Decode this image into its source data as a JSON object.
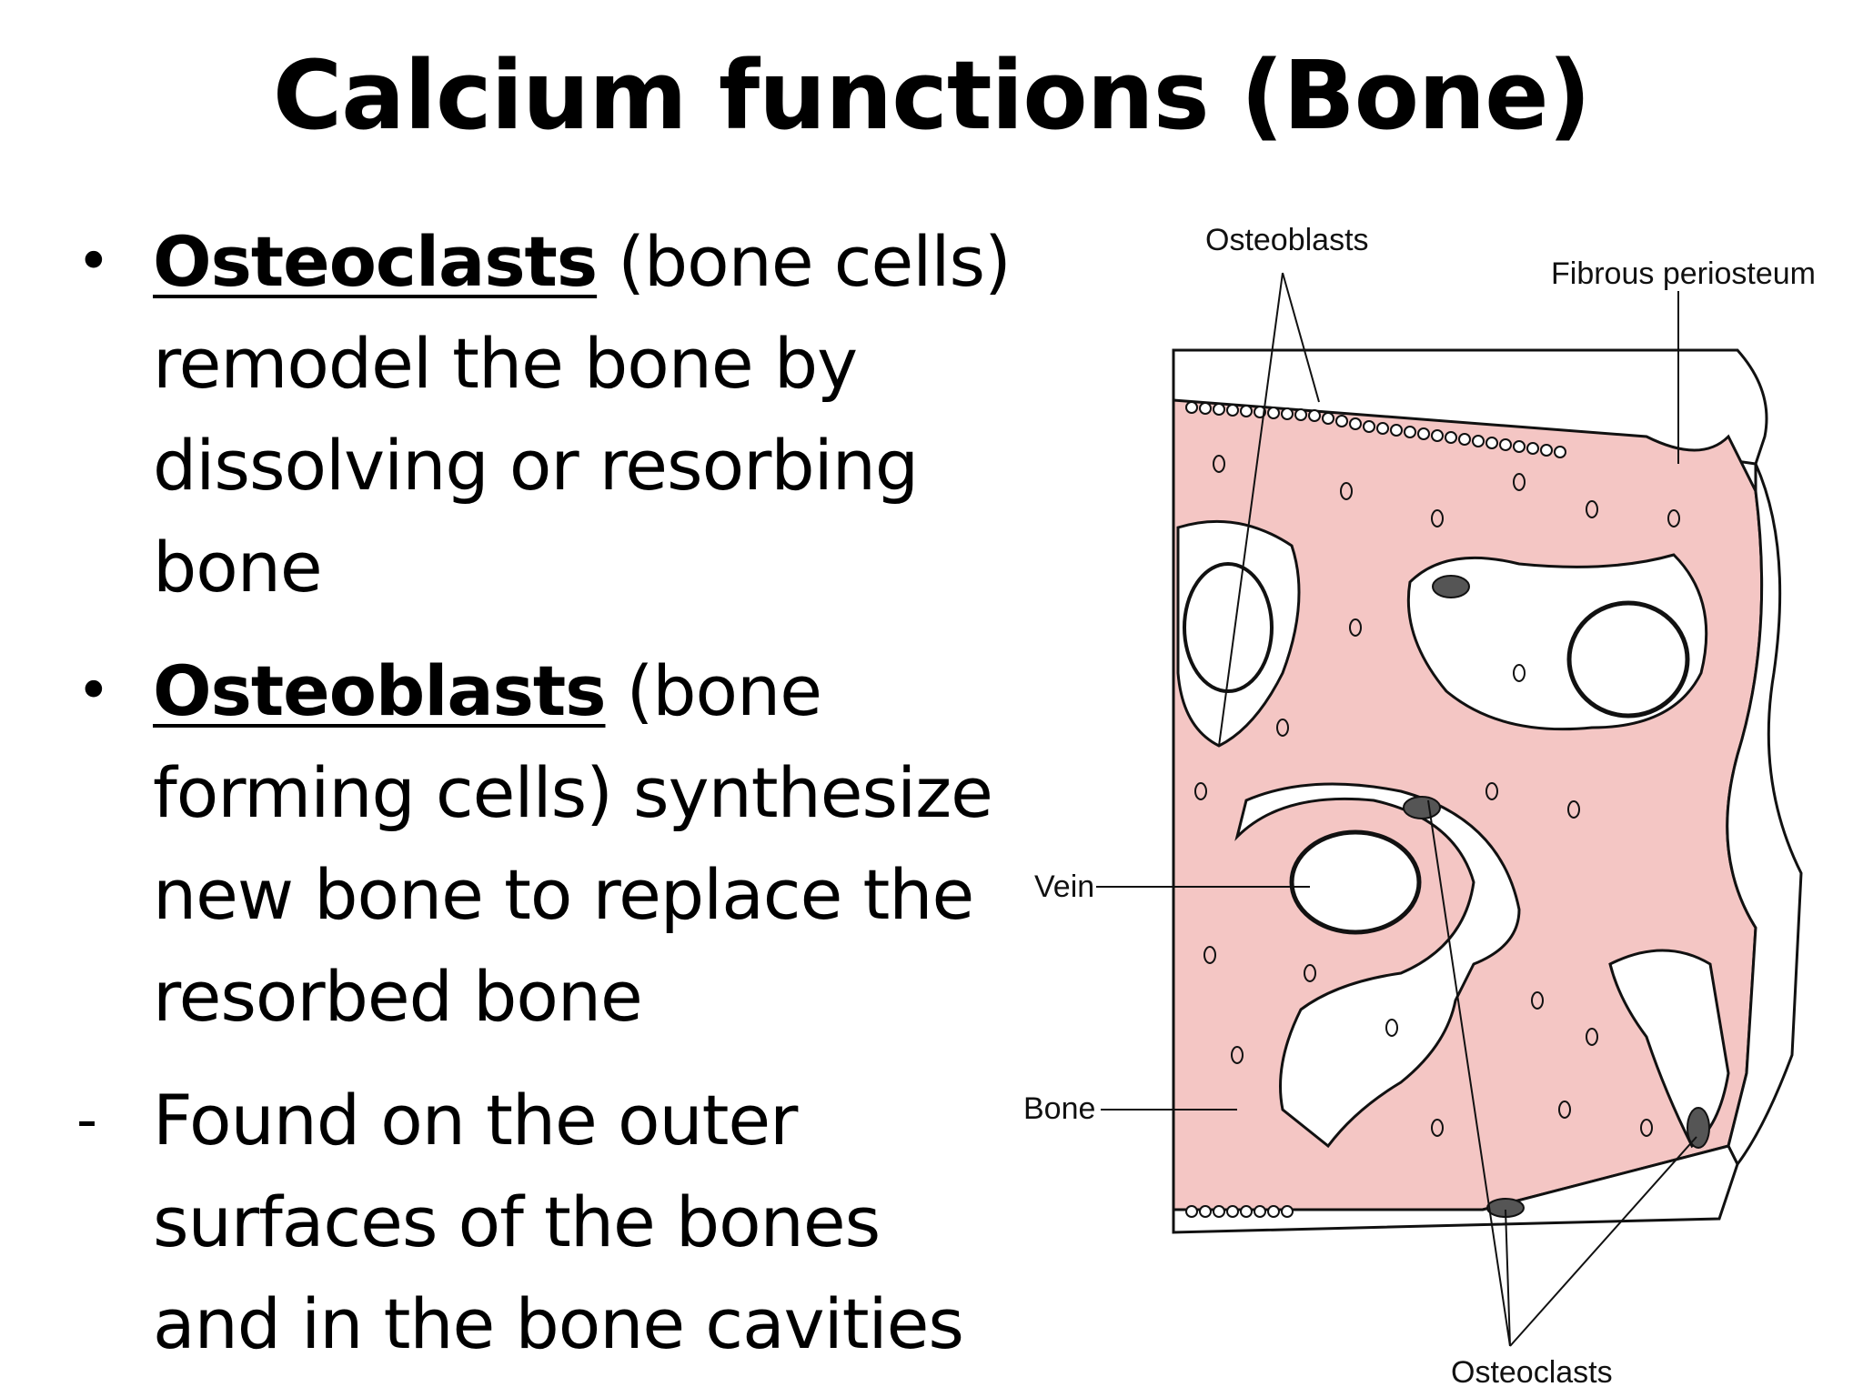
{
  "slide": {
    "title": "Calcium functions (Bone)"
  },
  "bullets": [
    {
      "marker": "•",
      "term": "Osteoclasts",
      "rest": " (bone cells)",
      "lines": [
        "remodel the bone by",
        "dissolving or resorbing",
        "bone"
      ]
    },
    {
      "marker": "•",
      "term": "Osteoblasts",
      "rest": " (bone",
      "lines": [
        "forming cells) synthesize",
        "new bone to replace the",
        "resorbed bone"
      ]
    },
    {
      "marker": "-",
      "first_line": "Found on the outer",
      "lines": [
        "surfaces of the bones",
        "and in the bone cavities"
      ]
    }
  ],
  "figure": {
    "labels": {
      "osteoblasts": "Osteoblasts",
      "fibrous_periosteum": "Fibrous periosteum",
      "vein": "Vein",
      "bone": "Bone",
      "osteoclasts": "Osteoclasts"
    },
    "colors": {
      "bone_fill": "#f4c6c4",
      "cavity_fill": "#ffffff",
      "outline": "#111111"
    }
  }
}
